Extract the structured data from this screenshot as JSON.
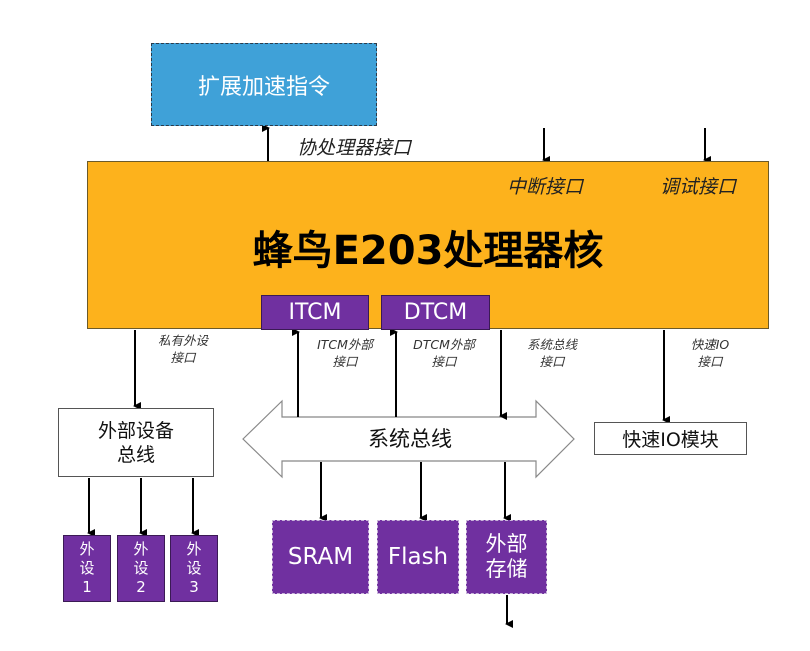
{
  "ext_accel": {
    "label": "扩展加速指令"
  },
  "core": {
    "title": "蜂鸟E203处理器核",
    "coproc_iface": "协处理器接口",
    "irq_iface": "中断接口",
    "debug_iface": "调试接口",
    "itcm": "ITCM",
    "dtcm": "DTCM"
  },
  "interfaces": {
    "private_periph": [
      "私有外设",
      "接口"
    ],
    "itcm_ext": [
      "ITCM外部",
      "接口"
    ],
    "dtcm_ext": [
      "DTCM外部",
      "接口"
    ],
    "sys_bus": [
      "系统总线",
      "接口"
    ],
    "fast_io": [
      "快速IO",
      "接口"
    ]
  },
  "ext_device_bus": {
    "lines": [
      "外部设备",
      "总线"
    ]
  },
  "system_bus": {
    "label": "系统总线"
  },
  "fast_io_module": {
    "label": "快速IO模块"
  },
  "peripherals": [
    {
      "lines": [
        "外",
        "设",
        "1"
      ]
    },
    {
      "lines": [
        "外",
        "设",
        "2"
      ]
    },
    {
      "lines": [
        "外",
        "设",
        "3"
      ]
    }
  ],
  "memories": {
    "sram": "SRAM",
    "flash": "Flash",
    "ext_storage": [
      "外部",
      "存储"
    ]
  },
  "colors": {
    "core": "#fdb21c",
    "ext_accel": "#3fa1d8",
    "purple": "#7030a0"
  }
}
